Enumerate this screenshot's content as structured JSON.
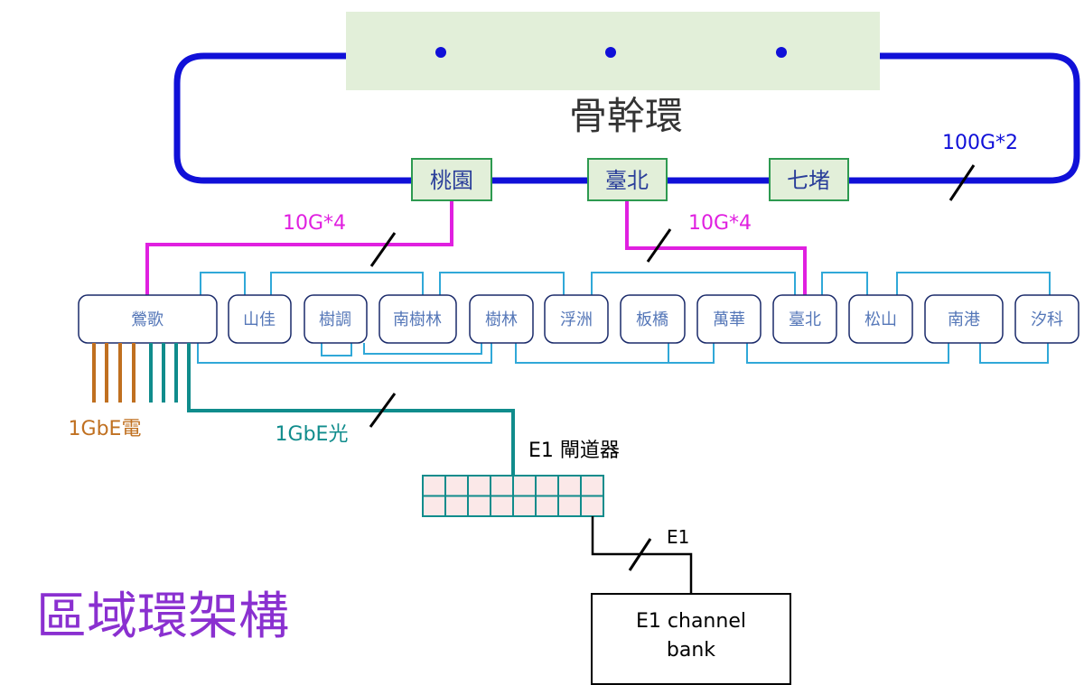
{
  "backbone": {
    "title": "骨幹環",
    "link_label": "100G*2",
    "nodes": [
      "桃園",
      "臺北",
      "七堵"
    ],
    "color": "#1010d8"
  },
  "uplinks": {
    "left_label": "10G*4",
    "right_label": "10G*4",
    "color": "#e020e0"
  },
  "region_ring": {
    "nodes": [
      "鶯歌",
      "山佳",
      "樹調",
      "南樹林",
      "樹林",
      "浮洲",
      "板橋",
      "萬華",
      "臺北",
      "松山",
      "南港",
      "汐科"
    ],
    "node_text_color": "#5577b8",
    "ring_color": "#30a8d8"
  },
  "access": {
    "copper_label": "1GbE電",
    "copper_color": "#c07020",
    "fiber_label": "1GbE光",
    "fiber_color": "#108c8c"
  },
  "gateway": {
    "label": "E1  閘道器",
    "grid_fill": "#fbe8e8"
  },
  "e1_link": {
    "label": "E1"
  },
  "channel_bank": {
    "label_line1": "E1 channel",
    "label_line2": "bank"
  },
  "page_title": {
    "text": "區域環架構",
    "color": "#8a30d0"
  }
}
